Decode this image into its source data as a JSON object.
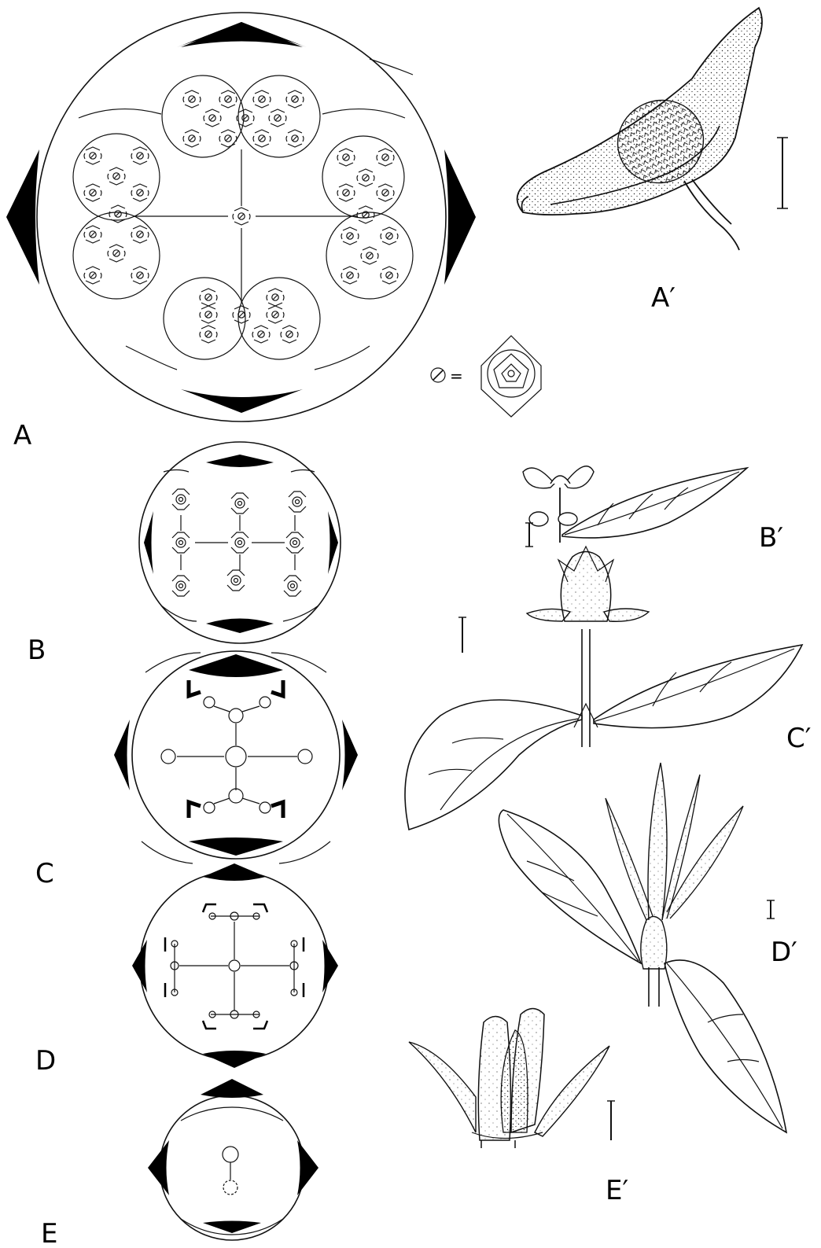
{
  "labels": {
    "A": "A",
    "A_prime": "A′",
    "B": "B",
    "B_prime": "B′",
    "C": "C",
    "C_prime": "C′",
    "D": "D",
    "D_prime": "D′",
    "E": "E",
    "E_prime": "E′"
  },
  "legend": {
    "equals_sign": "="
  }
}
